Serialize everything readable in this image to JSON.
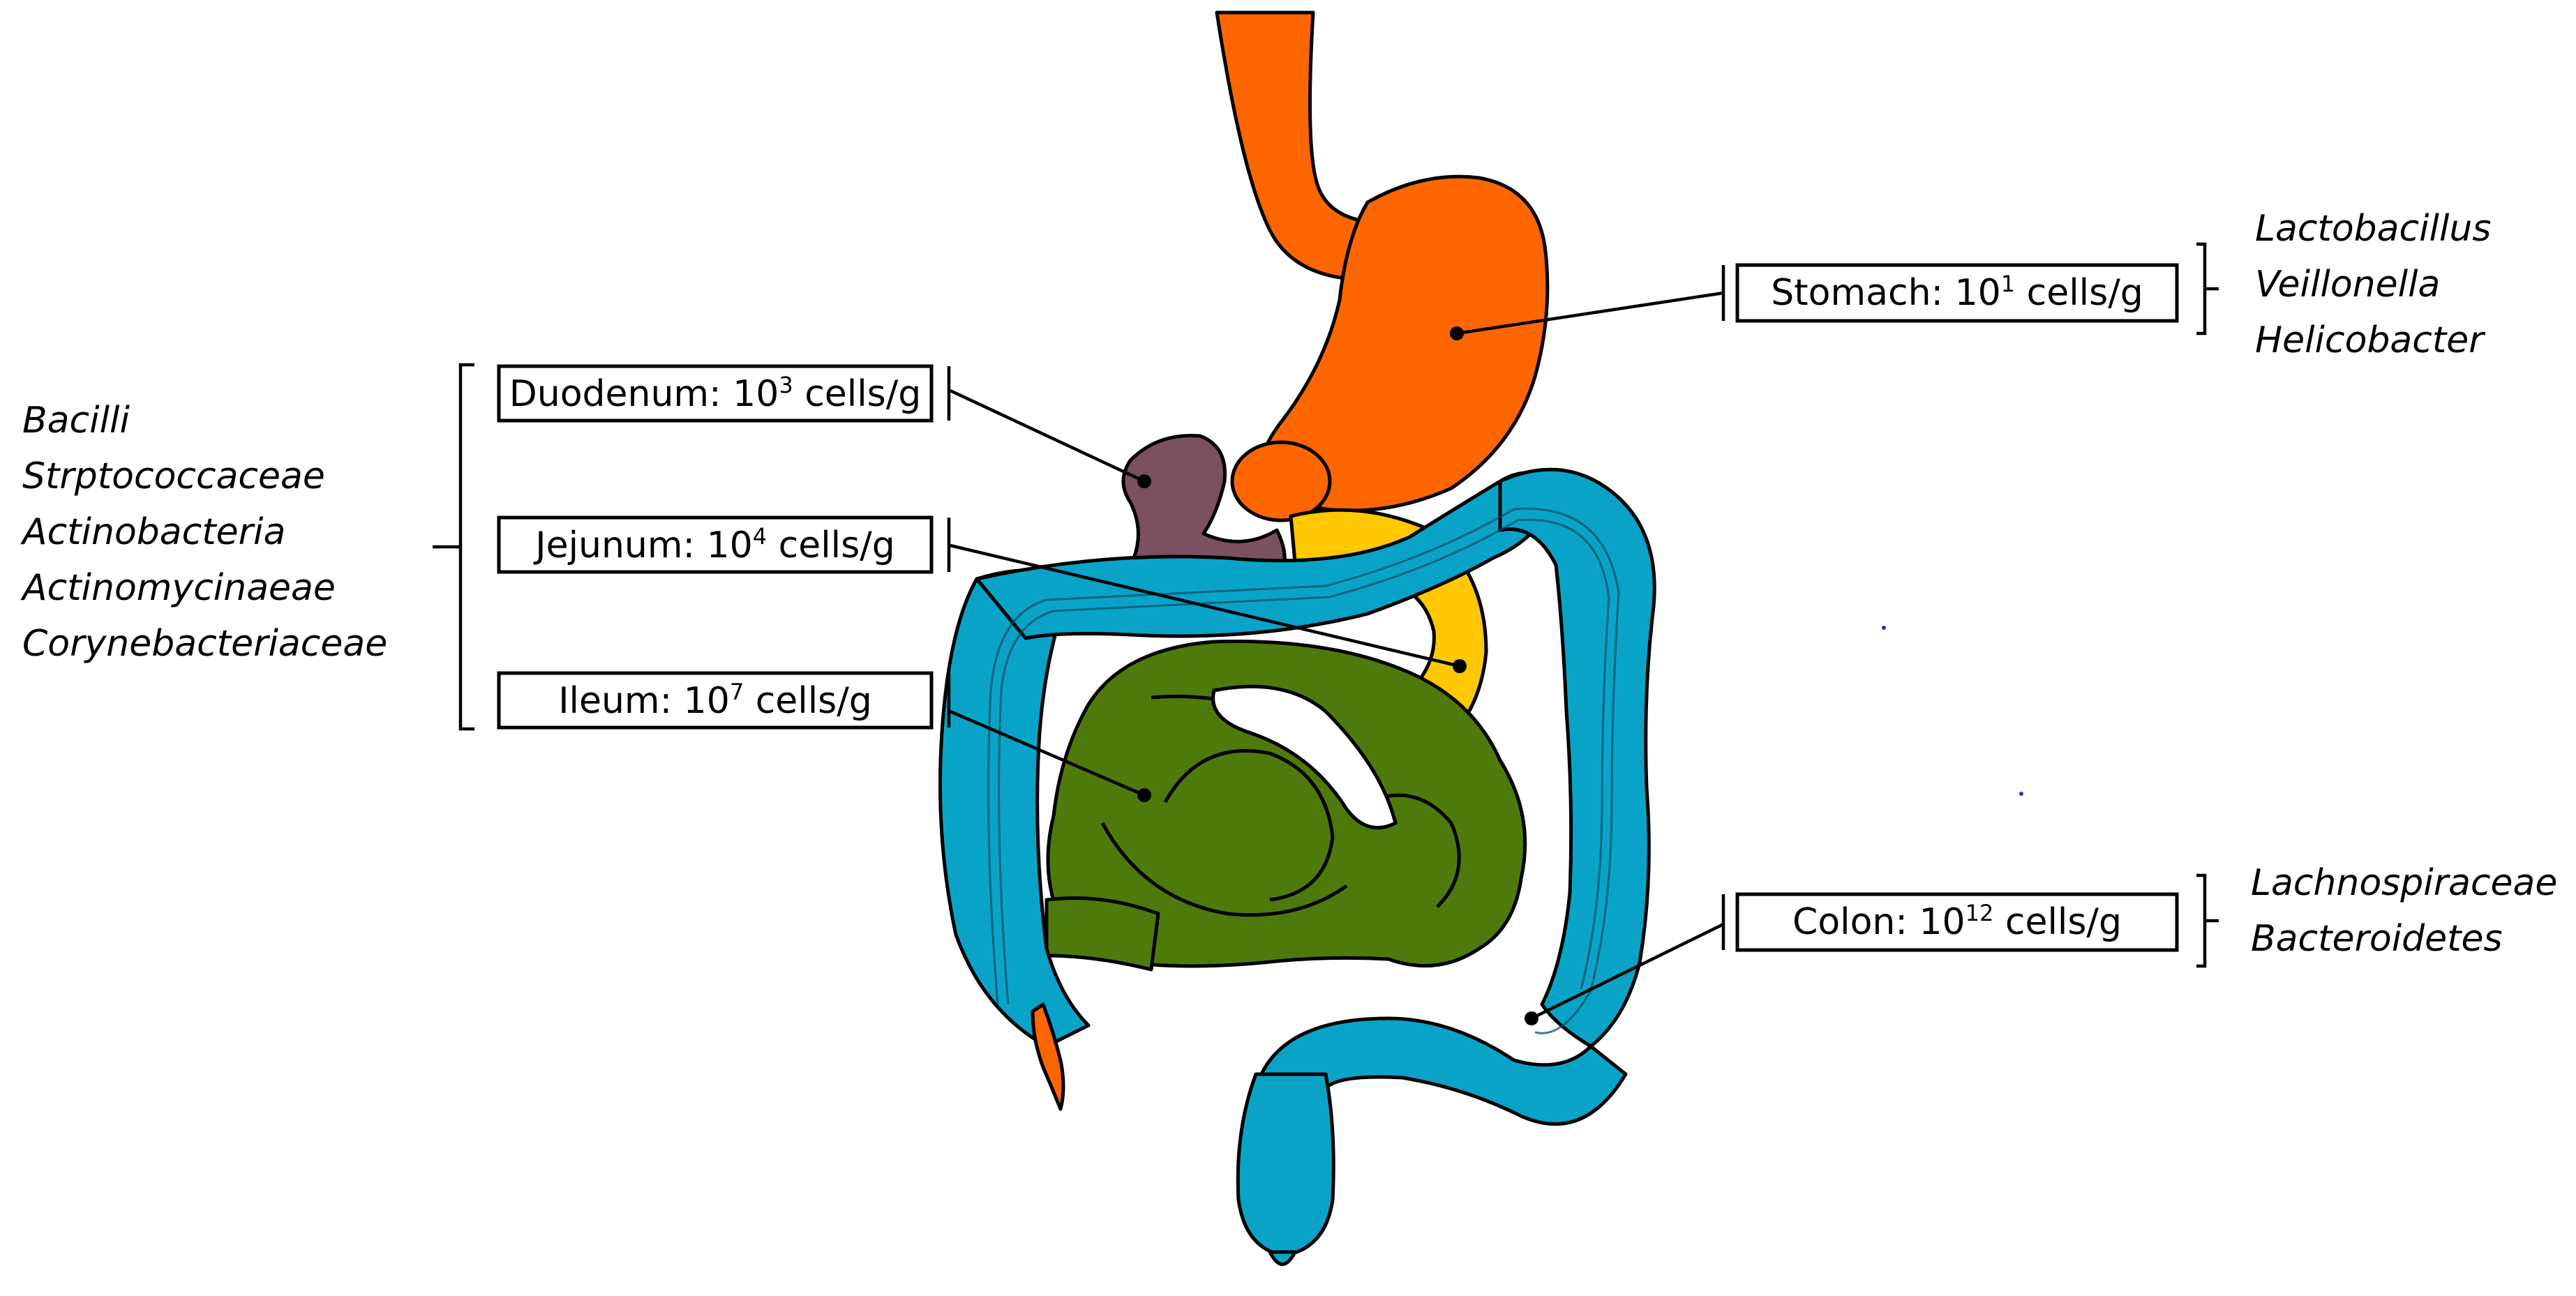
{
  "labels": {
    "stomach": {
      "prefix": "Stomach: 10",
      "exp": "1",
      "suffix": " cells/g"
    },
    "duodenum": {
      "prefix": "Duodenum: 10",
      "exp": "3",
      "suffix": " cells/g"
    },
    "jejunum": {
      "prefix": "Jejunum: 10",
      "exp": "4",
      "suffix": " cells/g"
    },
    "ileum": {
      "prefix": "Ileum: 10",
      "exp": "7",
      "suffix": " cells/g"
    },
    "colon": {
      "prefix": "Colon: 10",
      "exp": "12",
      "suffix": " cells/g"
    }
  },
  "taxa": {
    "stomach": [
      "Lactobacillus",
      "Veillonella",
      "Helicobacter"
    ],
    "small_intestine": [
      "Bacilli",
      "Strptococcaceae",
      "Actinobacteria",
      "Actinomycinaeae",
      "Corynebacteriaceae"
    ],
    "colon": [
      "Lachnospiraceae",
      "Bacteroidetes"
    ]
  },
  "colors": {
    "esophagus_stomach": "#ff6600",
    "duodenum": "#7b5060",
    "jejunum": "#ffc800",
    "ileum": "#4e7a0b",
    "colon": "#0aa3c8",
    "appendix": "#ff6600"
  }
}
